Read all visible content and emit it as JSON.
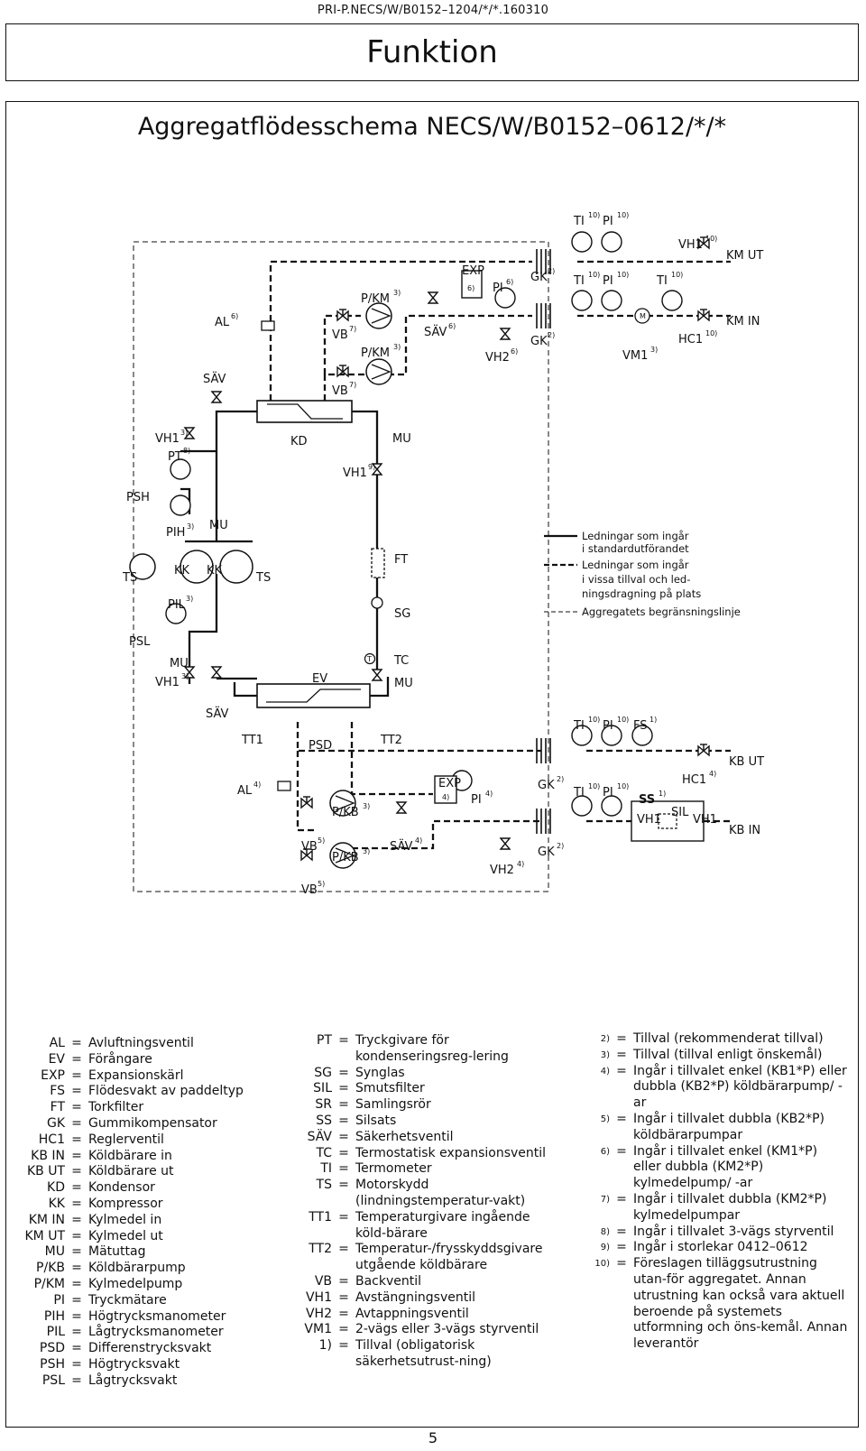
{
  "header": {
    "doc_id": "PRI-P.NECS/W/B0152–1204/*/*.160310",
    "title": "Funktion",
    "subtitle": "Aggregatflödesschema NECS/W/B0152–0612/*/*",
    "page_number": "5"
  },
  "diagram": {
    "labels": {
      "al_top": "AL",
      "al_top_sup": "6)",
      "sav_top": "SÄV",
      "pkm1": "P/KM",
      "pkm1_sup": "3)",
      "vb1": "VB",
      "vb1_sup": "7)",
      "pkm2": "P/KM",
      "pkm2_sup": "3)",
      "vb2": "VB",
      "vb2_sup": "7)",
      "sav_mid": "SÄV",
      "sav_mid_sup": "6)",
      "exp_top": "EXP",
      "exp_top_sup": "6)",
      "pi_top": "PI",
      "pi_top_sup": "6)",
      "vh2_top": "VH2",
      "vh2_top_sup": "6)",
      "gk_top1": "GK",
      "gk_top1_sup": "2)",
      "gk_top2": "GK",
      "gk_top2_sup": "2)",
      "ti_a": "TI",
      "ti_a_sup": "10)",
      "pi_a": "PI",
      "pi_a_sup": "10)",
      "ti_b": "TI",
      "ti_b_sup": "10)",
      "pi_b": "PI",
      "pi_b_sup": "10)",
      "ti_c": "TI",
      "ti_c_sup": "10)",
      "vh1_km": "VH1",
      "vh1_km_sup": "10)",
      "km_ut": "KM UT",
      "km_in": "KM IN",
      "m": "M",
      "vm1": "VM1",
      "vm1_sup": "3)",
      "hc1_top": "HC1",
      "hc1_top_sup": "10)",
      "vh1_left": "VH1",
      "vh1_left_sup": "3)",
      "pt": "PT",
      "pt_sup": "8)",
      "kd": "KD",
      "mu_top": "MU",
      "vh1_mid": "VH1",
      "vh1_mid_sup": "9)",
      "psh": "PSH",
      "pih": "PIH",
      "pih_sup": "3)",
      "mu_left": "MU",
      "ts1": "TS",
      "kk1": "KK",
      "kk2": "KK",
      "ts2": "TS",
      "pil": "PIL",
      "pil_sup": "3)",
      "ft": "FT",
      "sg": "SG",
      "psl": "PSL",
      "mu_psl": "MU",
      "vh1_psl": "VH1",
      "vh1_psl_sup": "3)",
      "sav_left": "SÄV",
      "ev": "EV",
      "tc": "TC",
      "mu_tc": "MU",
      "t_circle": "T",
      "tt1": "TT1",
      "psd": "PSD",
      "tt2": "TT2",
      "al_bot": "AL",
      "al_bot_sup": "4)",
      "pkb1": "P/KB",
      "pkb1_sup": "3)",
      "vb3": "VB",
      "vb3_sup": "5)",
      "pkb2": "P/KB",
      "pkb2_sup": "3)",
      "vb4": "VB",
      "vb4_sup": "5)",
      "sav_bot": "SÄV",
      "sav_bot_sup": "4)",
      "exp_bot": "EXP",
      "exp_bot_sup": "4)",
      "pi_bot": "PI",
      "pi_bot_sup": "4)",
      "vh2_bot": "VH2",
      "vh2_bot_sup": "4)",
      "gk_bot1": "GK",
      "gk_bot1_sup": "2)",
      "gk_bot2": "GK",
      "gk_bot2_sup": "2)",
      "ti_d": "TI",
      "ti_d_sup": "10)",
      "pi_d": "PI",
      "pi_d_sup": "10)",
      "fs": "FS",
      "fs_sup": "1)",
      "ti_e": "TI",
      "ti_e_sup": "10)",
      "pi_e": "PI",
      "pi_e_sup": "10)",
      "hc1_bot": "HC1",
      "hc1_bot_sup": "4)",
      "kb_ut": "KB UT",
      "kb_in": "KB IN",
      "ss": "SS",
      "ss_sup": "1)",
      "sil": "SIL",
      "vh1_ss1": "VH1",
      "vh1_ss2": "VH1"
    },
    "legend": {
      "solid_1": "Ledningar som ingår",
      "solid_2": "i standardutförandet",
      "dashed_1": "Ledningar som ingår",
      "dashed_2": "i vissa tillval och led-",
      "dashed_3": "ningsdragning på plats",
      "boundary": "Aggregatets begränsningslinje"
    }
  },
  "abbreviations_col1": [
    {
      "k": "AL",
      "v": "Avluftningsventil"
    },
    {
      "k": "EV",
      "v": "Förångare"
    },
    {
      "k": "EXP",
      "v": "Expansionskärl"
    },
    {
      "k": "FS",
      "v": "Flödesvakt av paddeltyp"
    },
    {
      "k": "FT",
      "v": "Torkfilter"
    },
    {
      "k": "GK",
      "v": "Gummikompensator"
    },
    {
      "k": "HC1",
      "v": "Reglerventil"
    },
    {
      "k": "KB IN",
      "v": "Köldbärare in"
    },
    {
      "k": "KB UT",
      "v": "Köldbärare ut"
    },
    {
      "k": "KD",
      "v": "Kondensor"
    },
    {
      "k": "KK",
      "v": "Kompressor"
    },
    {
      "k": "KM IN",
      "v": "Kylmedel in"
    },
    {
      "k": "KM UT",
      "v": "Kylmedel ut"
    },
    {
      "k": "MU",
      "v": "Mätuttag"
    },
    {
      "k": "P/KB",
      "v": "Köldbärarpump"
    },
    {
      "k": "P/KM",
      "v": "Kylmedelpump"
    },
    {
      "k": "PI",
      "v": "Tryckmätare"
    },
    {
      "k": "PIH",
      "v": "Högtrycksmanometer"
    },
    {
      "k": "PIL",
      "v": "Lågtrycksmanometer"
    },
    {
      "k": "PSD",
      "v": "Differenstrycksvakt"
    },
    {
      "k": "PSH",
      "v": "Högtrycksvakt"
    },
    {
      "k": "PSL",
      "v": "Lågtrycksvakt"
    }
  ],
  "abbreviations_col2": [
    {
      "k": "PT",
      "v": "Tryckgivare för kondenseringsreg-lering"
    },
    {
      "k": "SG",
      "v": "Synglas"
    },
    {
      "k": "SIL",
      "v": "Smutsfilter"
    },
    {
      "k": "SR",
      "v": "Samlingsrör"
    },
    {
      "k": "SS",
      "v": "Silsats"
    },
    {
      "k": "SÄV",
      "v": "Säkerhetsventil"
    },
    {
      "k": "TC",
      "v": "Termostatisk expansionsventil"
    },
    {
      "k": "TI",
      "v": "Termometer"
    },
    {
      "k": "TS",
      "v": "Motorskydd (lindningstemperatur-vakt)"
    },
    {
      "k": "TT1",
      "v": "Temperaturgivare ingående köld-bärare"
    },
    {
      "k": "TT2",
      "v": "Temperatur-/frysskyddsgivare utgående köldbärare"
    },
    {
      "k": "VB",
      "v": "Backventil"
    },
    {
      "k": "VH1",
      "v": "Avstängningsventil"
    },
    {
      "k": "VH2",
      "v": "Avtappningsventil"
    },
    {
      "k": "VM1",
      "v": "2-vägs eller 3-vägs styrventil"
    },
    {
      "k": "1)",
      "v": "Tillval (obligatorisk säkerhetsutrust-ning)"
    }
  ],
  "notes": [
    {
      "k": "2)",
      "v": "Tillval (rekommenderat tillval)"
    },
    {
      "k": "3)",
      "v": "Tillval (tillval enligt önskemål)"
    },
    {
      "k": "4)",
      "v": "Ingår i tillvalet enkel (KB1*P) eller dubbla (KB2*P) köldbärarpump/ -ar"
    },
    {
      "k": "5)",
      "v": "Ingår i tillvalet dubbla (KB2*P) köldbärarpumpar"
    },
    {
      "k": "6)",
      "v": "Ingår i tillvalet enkel (KM1*P) eller dubbla (KM2*P) kylmedelpump/ -ar"
    },
    {
      "k": "7)",
      "v": "Ingår i tillvalet dubbla (KM2*P) kylmedelpumpar"
    },
    {
      "k": "8)",
      "v": "Ingår i tillvalet 3-vägs styrventil"
    },
    {
      "k": "9)",
      "v": "Ingår i storlekar 0412–0612"
    },
    {
      "k": "10)",
      "v": "Föreslagen tilläggsutrustning utan-för aggregatet. Annan utrustning kan också vara aktuell beroende på systemets utformning och öns-kemål. Annan leverantör"
    }
  ]
}
